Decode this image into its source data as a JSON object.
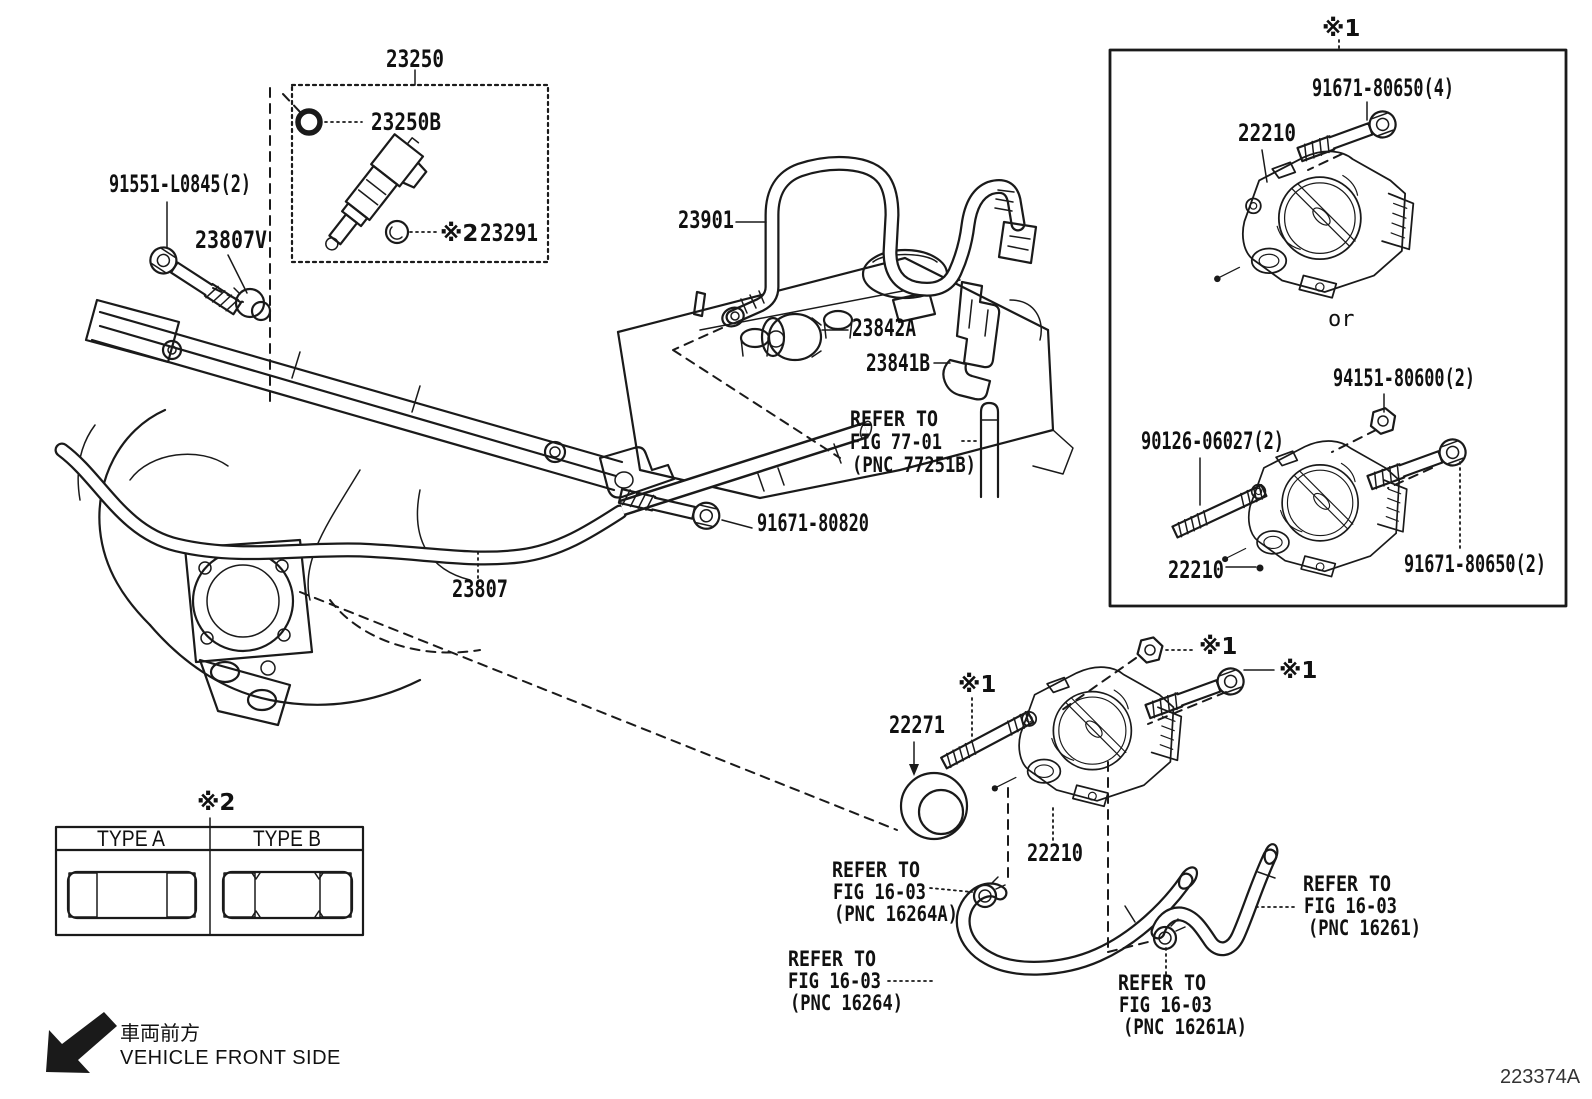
{
  "page": {
    "drawing_code": "223374A",
    "background": "#ffffff",
    "line_color": "#1a1a1a"
  },
  "parts": {
    "injector_assy": "23250",
    "injector_oring": "23250B",
    "injector_grommet": "23291",
    "rail_bolt": "91551-L0845(2)",
    "check_valve": "23807V",
    "fuel_hose": "23901",
    "fuel_damper": "23842A",
    "damper_bracket": "23841B",
    "pipe_bolt": "91671-80820",
    "fuel_pipe": "23807",
    "tb_bolt_4": "91671-80650(4)",
    "throttle_body_a": "22210",
    "tb_nut": "94151-80600(2)",
    "tb_stud": "90126-06027(2)",
    "throttle_body_b": "22210",
    "tb_bolt_2": "91671-80650(2)",
    "throttle_gasket": "22271",
    "throttle_body_c": "22210"
  },
  "footnote_marks": {
    "star1": "※1",
    "star2": "※2"
  },
  "alt_label": {
    "or": "or"
  },
  "refer_notes": {
    "fig7701": [
      "REFER TO",
      "FIG 77-01",
      "(PNC 77251B)"
    ],
    "fig1603_16264a": [
      "REFER TO",
      "FIG 16-03",
      "(PNC 16264A)"
    ],
    "fig1603_16264": [
      "REFER TO",
      "FIG 16-03",
      "(PNC 16264)"
    ],
    "fig1603_16261": [
      "REFER TO",
      "FIG 16-03",
      "(PNC 16261)"
    ],
    "fig1603_16261a": [
      "REFER TO",
      "FIG 16-03",
      "(PNC 16261A)"
    ]
  },
  "type_table": {
    "header_a": "TYPE A",
    "header_b": "TYPE B"
  },
  "front_marker": {
    "jp": "車両前方",
    "en": "VEHICLE FRONT SIDE"
  }
}
